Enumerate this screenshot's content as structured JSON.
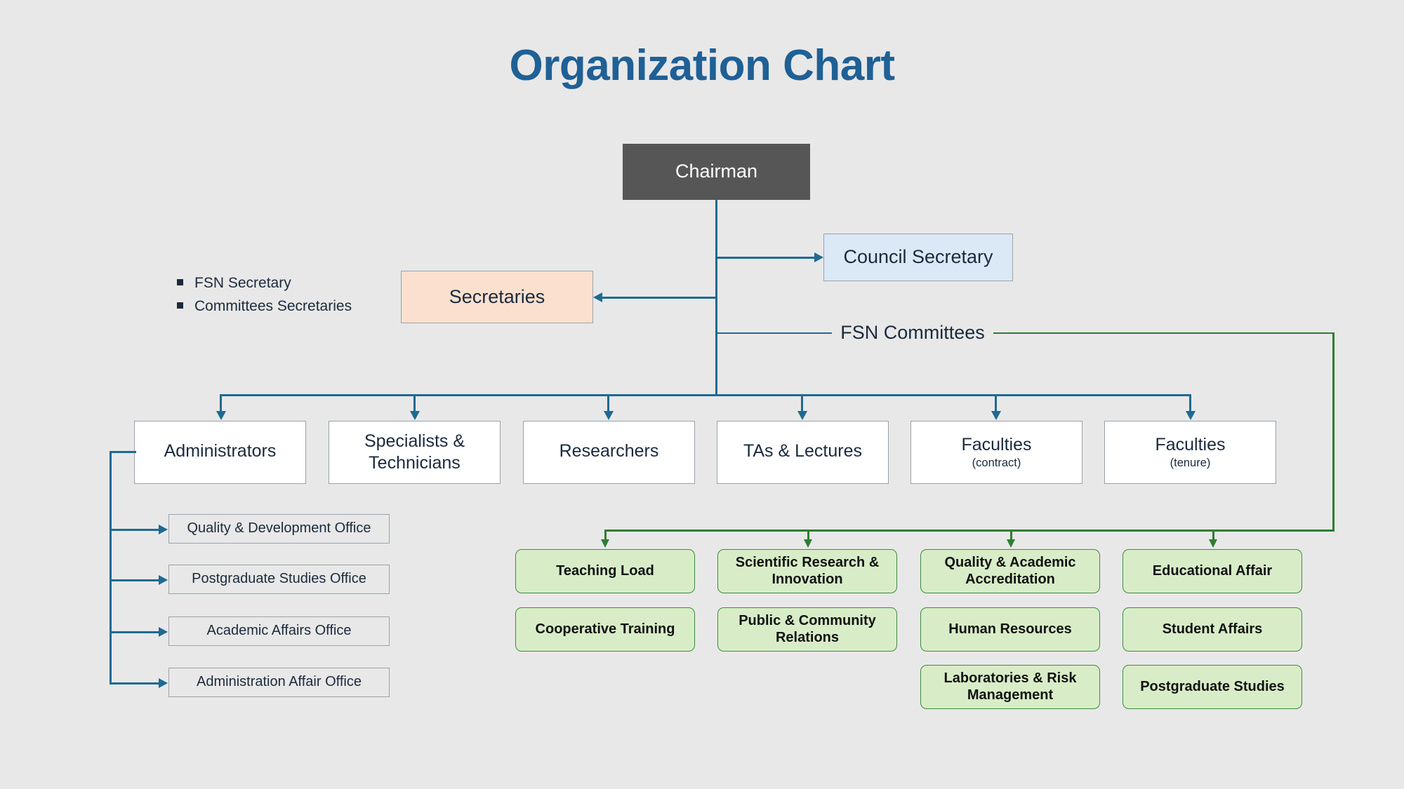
{
  "title": "Organization Chart",
  "colors": {
    "background": "#e8e8e8",
    "title": "#1f6096",
    "connector_blue": "#1f6a92",
    "connector_green": "#2e7d32",
    "chairman_fill": "#565656",
    "council_fill": "#dbe8f5",
    "secretaries_fill": "#fbe0cf",
    "staff_fill": "#ffffff",
    "office_fill": "#e8e8e8",
    "committee_fill": "#d8edc7",
    "text_dark": "#1b2a3d"
  },
  "top": {
    "chairman": "Chairman",
    "council_secretary": "Council Secretary",
    "secretaries": "Secretaries",
    "fsn_committees_label": "FSN Committees"
  },
  "secretary_notes": [
    "FSN Secretary",
    "Committees Secretaries"
  ],
  "staff": [
    {
      "label": "Administrators",
      "sub": ""
    },
    {
      "label": "Specialists &",
      "sub": "Technicians"
    },
    {
      "label": "Researchers",
      "sub": ""
    },
    {
      "label": "TAs & Lectures",
      "sub": ""
    },
    {
      "label": "Faculties",
      "sub": "(contract)"
    },
    {
      "label": "Faculties",
      "sub": "(tenure)"
    }
  ],
  "offices": [
    "Quality & Development Office",
    "Postgraduate Studies Office",
    "Academic Affairs Office",
    "Administration Affair Office"
  ],
  "committees": {
    "col1": [
      "Teaching Load",
      "Cooperative Training"
    ],
    "col2": [
      "Scientific Research & Innovation",
      "Public & Community Relations"
    ],
    "col3": [
      "Quality & Academic Accreditation",
      "Human Resources",
      "Laboratories & Risk Management"
    ],
    "col4": [
      "Educational Affair",
      "Student Affairs",
      "Postgraduate Studies"
    ]
  }
}
